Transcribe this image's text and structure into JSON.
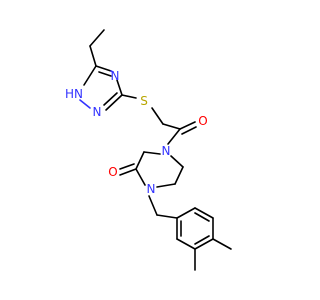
{
  "molecule": {
    "colors": {
      "carbon": "#000000",
      "nitrogen": "#3333ff",
      "oxygen": "#ff0000",
      "sulfur": "#b8a600"
    },
    "labels": {
      "s1": "S",
      "n_tri_1": "N",
      "n_tri_2": "N",
      "nh_tri": "HN",
      "o_acyl": "O",
      "n_pip_4": "N",
      "o_lactam": "O",
      "n_pip_1": "N"
    }
  }
}
